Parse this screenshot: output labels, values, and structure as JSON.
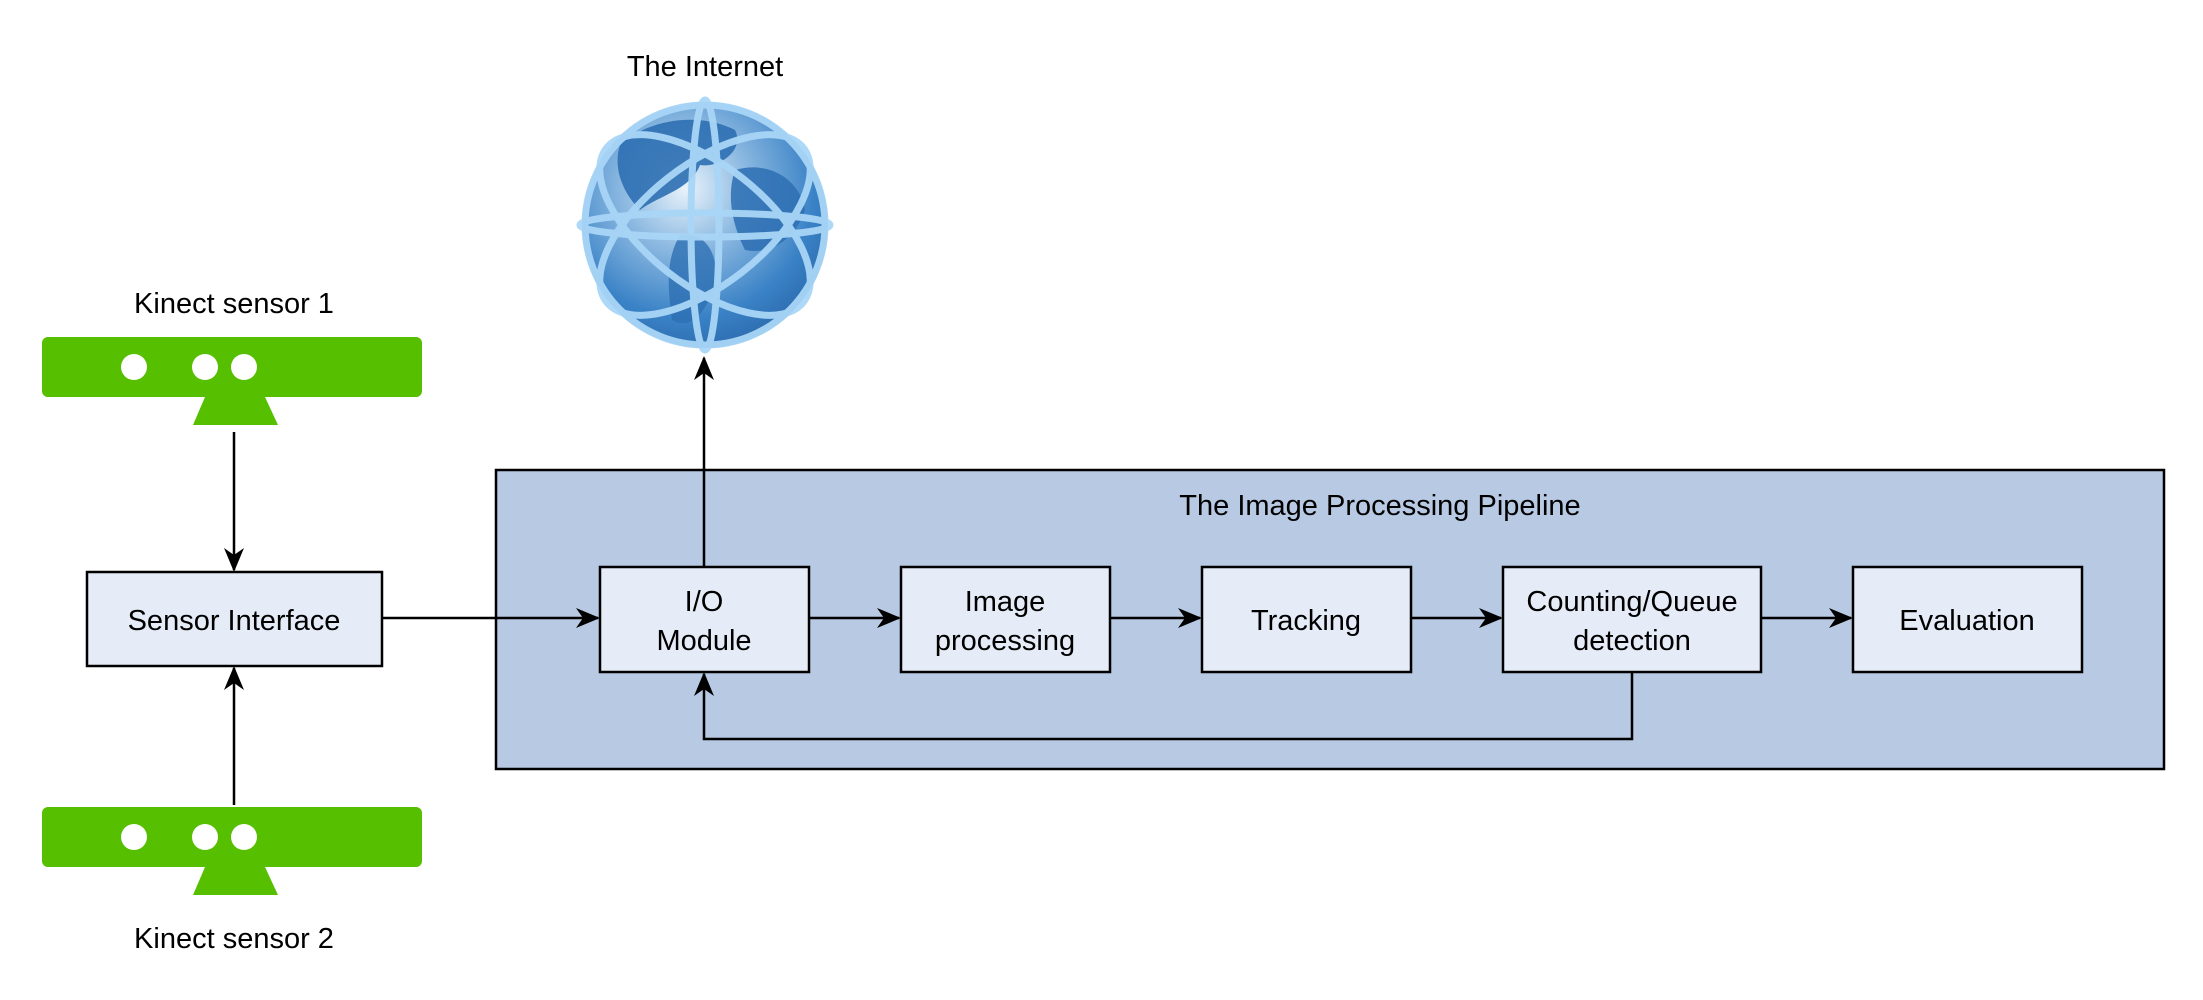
{
  "internet": {
    "label": "The Internet"
  },
  "sensors": [
    {
      "label": "Kinect sensor 1"
    },
    {
      "label": "Kinect sensor 2"
    }
  ],
  "sensor_interface": {
    "label": "Sensor Interface"
  },
  "pipeline": {
    "title": "The Image Processing Pipeline",
    "stages": [
      {
        "lines": [
          "I/O",
          "Module"
        ]
      },
      {
        "lines": [
          "Image",
          "processing"
        ]
      },
      {
        "lines": [
          "Tracking"
        ]
      },
      {
        "lines": [
          "Counting/Queue",
          "detection"
        ]
      },
      {
        "lines": [
          "Evaluation"
        ]
      }
    ]
  },
  "colors": {
    "sensor_green": "#56bf00",
    "box_fill": "#e6ecf7",
    "pipeline_fill": "#b7c9e3",
    "globe_blue": "#3a82c6",
    "globe_ring": "#a9d6f7"
  }
}
